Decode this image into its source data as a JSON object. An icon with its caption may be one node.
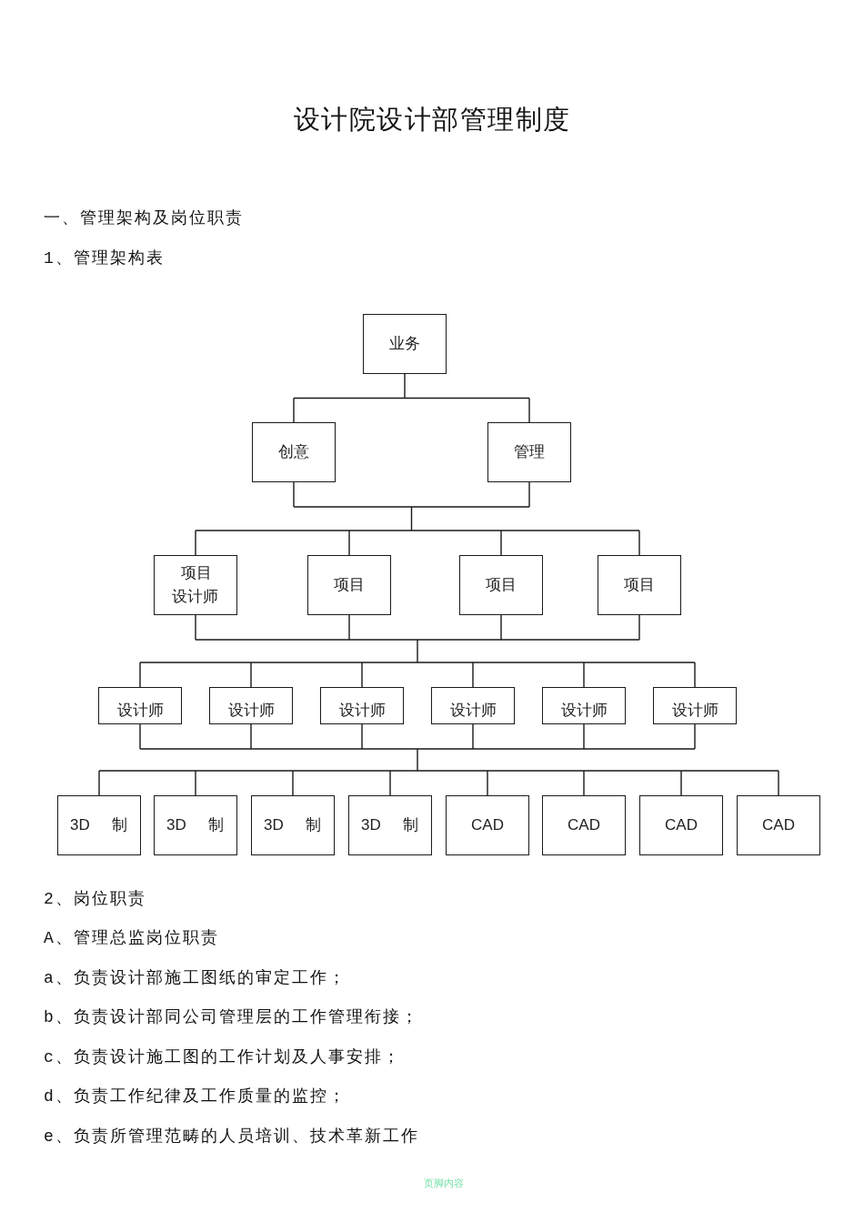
{
  "diagram": {
    "title": "设计院设计部管理制度",
    "nodes": [
      {
        "text": [
          "业务"
        ]
      },
      {
        "text": [
          "创意"
        ]
      },
      {
        "text": [
          "管理"
        ]
      },
      {
        "text": [
          "项目设计师"
        ]
      },
      {
        "text": [
          "项目"
        ]
      },
      {
        "text": [
          "项目"
        ]
      },
      {
        "text": [
          "项目"
        ]
      },
      {
        "text": [
          "设计师"
        ]
      },
      {
        "text": [
          "设计师"
        ]
      },
      {
        "text": [
          "设计师"
        ]
      },
      {
        "text": [
          "设计师"
        ]
      },
      {
        "text": [
          "设计师"
        ]
      },
      {
        "text": [
          "设计师"
        ]
      },
      {
        "text": [
          "3D 制"
        ]
      },
      {
        "text": [
          "3D 制"
        ]
      },
      {
        "text": [
          "3D 制"
        ]
      },
      {
        "text": [
          "3D 制"
        ]
      },
      {
        "text": [
          "CAD"
        ]
      },
      {
        "text": [
          "CAD"
        ]
      },
      {
        "text": [
          "CAD"
        ]
      },
      {
        "text": [
          "CAD"
        ]
      }
    ],
    "edges": [
      {
        "from": 0,
        "to": 1,
        "arrow": "none"
      },
      {
        "from": 0,
        "to": 2,
        "arrow": "none"
      },
      {
        "from": 1,
        "to": 3,
        "arrow": "none"
      },
      {
        "from": 1,
        "to": 4,
        "arrow": "none"
      },
      {
        "from": 1,
        "to": 5,
        "arrow": "none"
      },
      {
        "from": 1,
        "to": 6,
        "arrow": "none"
      },
      {
        "from": 2,
        "to": 3,
        "arrow": "none"
      },
      {
        "from": 2,
        "to": 4,
        "arrow": "none"
      },
      {
        "from": 2,
        "to": 5,
        "arrow": "none"
      },
      {
        "from": 2,
        "to": 6,
        "arrow": "none"
      },
      {
        "from": 3,
        "to": 7,
        "arrow": "none"
      },
      {
        "from": 3,
        "to": 8,
        "arrow": "none"
      },
      {
        "from": 3,
        "to": 9,
        "arrow": "none"
      },
      {
        "from": 3,
        "to": 10,
        "arrow": "none"
      },
      {
        "from": 3,
        "to": 11,
        "arrow": "none"
      },
      {
        "from": 3,
        "to": 12,
        "arrow": "none"
      },
      {
        "from": 4,
        "to": 7,
        "arrow": "none"
      },
      {
        "from": 4,
        "to": 8,
        "arrow": "none"
      },
      {
        "from": 4,
        "to": 9,
        "arrow": "none"
      },
      {
        "from": 4,
        "to": 10,
        "arrow": "none"
      },
      {
        "from": 4,
        "to": 11,
        "arrow": "none"
      },
      {
        "from": 4,
        "to": 12,
        "arrow": "none"
      },
      {
        "from": 5,
        "to": 7,
        "arrow": "none"
      },
      {
        "from": 5,
        "to": 8,
        "arrow": "none"
      },
      {
        "from": 5,
        "to": 9,
        "arrow": "none"
      },
      {
        "from": 5,
        "to": 10,
        "arrow": "none"
      },
      {
        "from": 5,
        "to": 11,
        "arrow": "none"
      },
      {
        "from": 5,
        "to": 12,
        "arrow": "none"
      },
      {
        "from": 6,
        "to": 7,
        "arrow": "none"
      },
      {
        "from": 6,
        "to": 8,
        "arrow": "none"
      },
      {
        "from": 6,
        "to": 9,
        "arrow": "none"
      },
      {
        "from": 6,
        "to": 10,
        "arrow": "none"
      },
      {
        "from": 6,
        "to": 11,
        "arrow": "none"
      },
      {
        "from": 6,
        "to": 12,
        "arrow": "none"
      },
      {
        "from": 7,
        "to": 13,
        "arrow": "none"
      },
      {
        "from": 7,
        "to": 14,
        "arrow": "none"
      },
      {
        "from": 7,
        "to": 15,
        "arrow": "none"
      },
      {
        "from": 7,
        "to": 16,
        "arrow": "none"
      },
      {
        "from": 7,
        "to": 17,
        "arrow": "none"
      },
      {
        "from": 7,
        "to": 18,
        "arrow": "none"
      },
      {
        "from": 7,
        "to": 19,
        "arrow": "none"
      },
      {
        "from": 7,
        "to": 20,
        "arrow": "none"
      },
      {
        "from": 8,
        "to": 13,
        "arrow": "none"
      },
      {
        "from": 8,
        "to": 14,
        "arrow": "none"
      },
      {
        "from": 8,
        "to": 15,
        "arrow": "none"
      },
      {
        "from": 8,
        "to": 16,
        "arrow": "none"
      },
      {
        "from": 8,
        "to": 17,
        "arrow": "none"
      },
      {
        "from": 8,
        "to": 18,
        "arrow": "none"
      },
      {
        "from": 8,
        "to": 19,
        "arrow": "none"
      },
      {
        "from": 8,
        "to": 20,
        "arrow": "none"
      },
      {
        "from": 9,
        "to": 13,
        "arrow": "none"
      },
      {
        "from": 9,
        "to": 14,
        "arrow": "none"
      },
      {
        "from": 9,
        "to": 15,
        "arrow": "none"
      },
      {
        "from": 9,
        "to": 16,
        "arrow": "none"
      },
      {
        "from": 9,
        "to": 17,
        "arrow": "none"
      },
      {
        "from": 9,
        "to": 18,
        "arrow": "none"
      },
      {
        "from": 9,
        "to": 19,
        "arrow": "none"
      },
      {
        "from": 9,
        "to": 20,
        "arrow": "none"
      },
      {
        "from": 10,
        "to": 13,
        "arrow": "none"
      },
      {
        "from": 10,
        "to": 14,
        "arrow": "none"
      },
      {
        "from": 10,
        "to": 15,
        "arrow": "none"
      },
      {
        "from": 10,
        "to": 16,
        "arrow": "none"
      },
      {
        "from": 10,
        "to": 17,
        "arrow": "none"
      },
      {
        "from": 10,
        "to": 18,
        "arrow": "none"
      },
      {
        "from": 10,
        "to": 19,
        "arrow": "none"
      },
      {
        "from": 10,
        "to": 20,
        "arrow": "none"
      },
      {
        "from": 11,
        "to": 13,
        "arrow": "none"
      },
      {
        "from": 11,
        "to": 14,
        "arrow": "none"
      },
      {
        "from": 11,
        "to": 15,
        "arrow": "none"
      },
      {
        "from": 11,
        "to": 16,
        "arrow": "none"
      },
      {
        "from": 11,
        "to": 17,
        "arrow": "none"
      },
      {
        "from": 11,
        "to": 18,
        "arrow": "none"
      },
      {
        "from": 11,
        "to": 19,
        "arrow": "none"
      },
      {
        "from": 11,
        "to": 20,
        "arrow": "none"
      },
      {
        "from": 12,
        "to": 13,
        "arrow": "none"
      },
      {
        "from": 12,
        "to": 14,
        "arrow": "none"
      },
      {
        "from": 12,
        "to": 15,
        "arrow": "none"
      },
      {
        "from": 12,
        "to": 16,
        "arrow": "none"
      },
      {
        "from": 12,
        "to": 17,
        "arrow": "none"
      },
      {
        "from": 12,
        "to": 18,
        "arrow": "none"
      },
      {
        "from": 12,
        "to": 19,
        "arrow": "none"
      },
      {
        "from": 12,
        "to": 20,
        "arrow": "none"
      }
    ],
    "labels": [
      "一、管理架构及岗位职责",
      "1、管理架构表",
      "2、岗位职责",
      "A、管理总监岗位职责",
      "a、负责设计部施工图纸的审定工作；",
      "b、负责设计部同公司管理层的工作管理衔接；",
      "c、负责设计施工图的工作计划及人事安排；",
      "d、负责工作纪律及工作质量的监控；",
      "e、负责所管理范畴的人员培训、技术革新工作",
      "页脚内容"
    ]
  }
}
